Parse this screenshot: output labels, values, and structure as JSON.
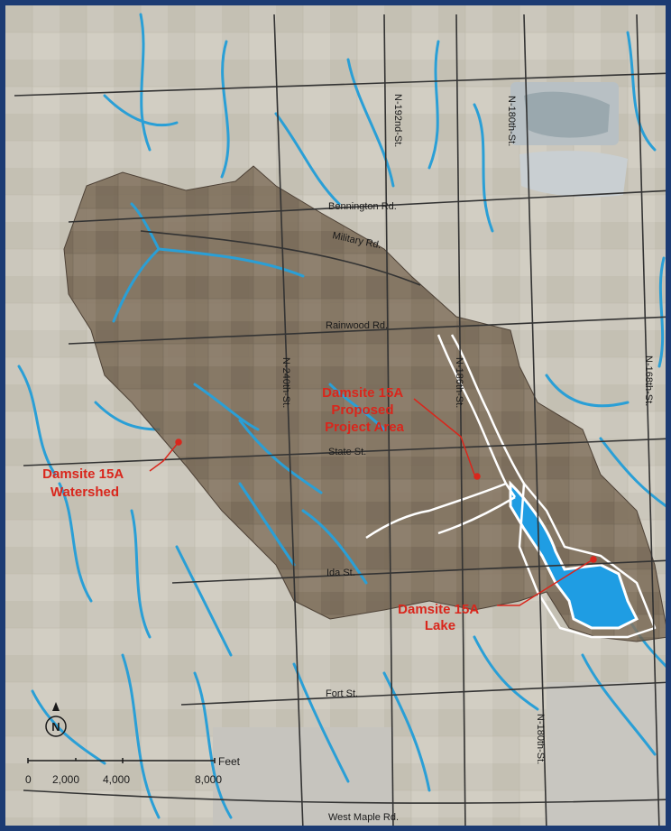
{
  "map": {
    "roads": {
      "bennington": "Bennington Rd.",
      "military": "Military Rd.",
      "rainwood": "Rainwood Rd.",
      "state": "State St.",
      "ida": "Ida St.",
      "fort": "Fort St.",
      "west_maple": "West Maple Rd.",
      "n192": "N-192nd-St.",
      "n180_top": "N-180th-St.",
      "n240": "N-240th-St.",
      "n186": "N-186th-St.",
      "n168": "N-168th-St.",
      "n180_bottom": "N-180th-St."
    },
    "callouts": {
      "watershed": [
        "Damsite 15A",
        "Watershed"
      ],
      "project": [
        "Damsite 15A",
        "Proposed",
        "Project Area"
      ],
      "lake": [
        "Damsite 15A",
        "Lake"
      ]
    },
    "north_arrow": "N",
    "scale_bar": {
      "unit": "Feet",
      "ticks": [
        "0",
        "2,000",
        "4,000",
        "8,000"
      ]
    },
    "colors": {
      "frame": "#1c3b73",
      "callout": "#d9261c",
      "stream": "#2a9fd6",
      "lake": "#1f9de3",
      "watershed": "#6b5a46",
      "road": "#333333",
      "project_outline": "#ffffff"
    }
  }
}
